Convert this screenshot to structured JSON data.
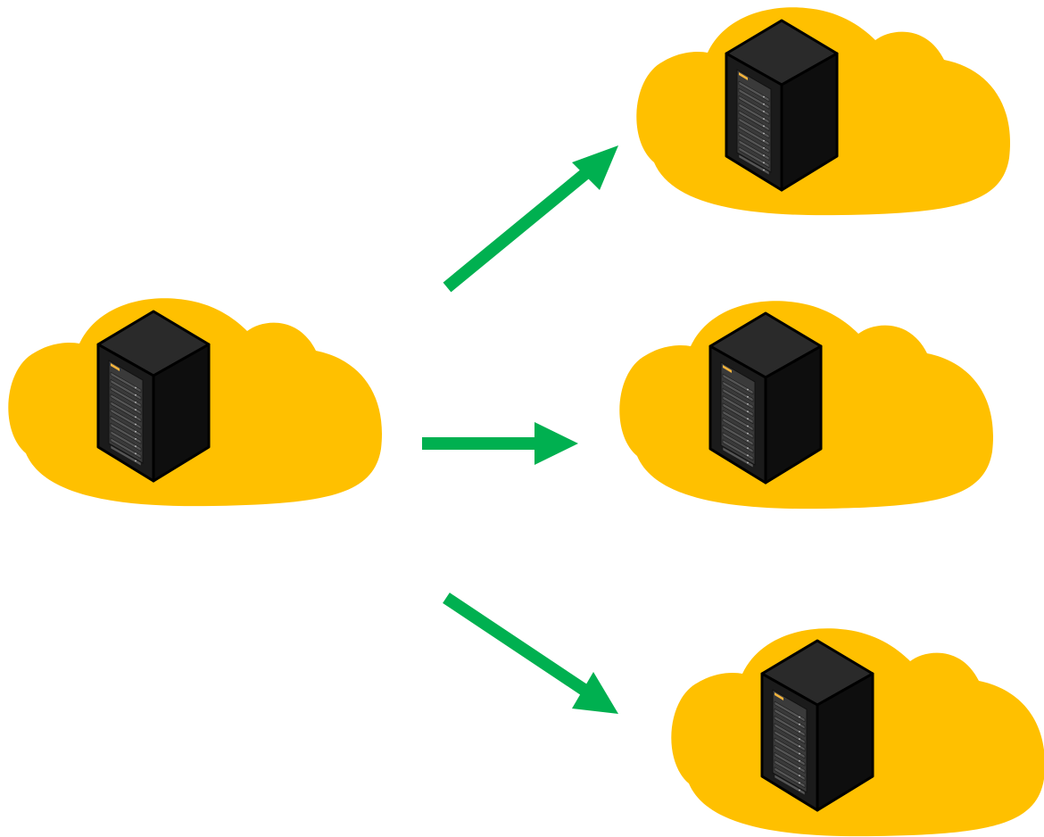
{
  "colors": {
    "cloud": "#FFC000",
    "arrow": "#00B050",
    "server_front": "#1B1B1B",
    "server_side": "#0E0E0E",
    "server_top": "#2A2A2A",
    "server_outline": "#000000",
    "server_bay": "#3A3A3A",
    "server_led": "#F2B33D",
    "background": "#FFFFFF"
  },
  "icons": {
    "node": "server-rack-icon",
    "container": "cloud-icon",
    "connector": "arrow-icon"
  },
  "nodes": [
    {
      "id": "source-cloud",
      "role": "source"
    },
    {
      "id": "target-cloud-top",
      "role": "target"
    },
    {
      "id": "target-cloud-middle",
      "role": "target"
    },
    {
      "id": "target-cloud-bottom",
      "role": "target"
    }
  ],
  "edges": [
    {
      "from": "source-cloud",
      "to": "target-cloud-top"
    },
    {
      "from": "source-cloud",
      "to": "target-cloud-middle"
    },
    {
      "from": "source-cloud",
      "to": "target-cloud-bottom"
    }
  ]
}
